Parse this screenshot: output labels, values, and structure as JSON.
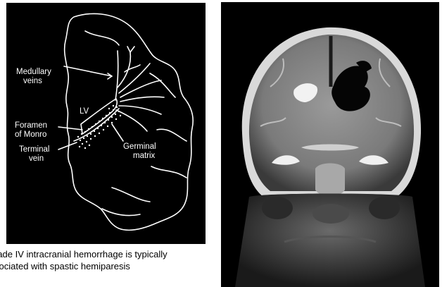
{
  "diagram": {
    "labels": {
      "medullary_veins": [
        "Medullary",
        "veins"
      ],
      "lv": "LV",
      "foramen_of_monro": [
        "Foramen",
        "of Monro"
      ],
      "terminal_vein": [
        "Terminal",
        "vein"
      ],
      "germinal_matrix": [
        "Germinal",
        "matrix"
      ]
    },
    "colors": {
      "background": "#000000",
      "line": "#ffffff"
    }
  },
  "caption": {
    "lines": [
      "rade IV intracranial hemorrhage is typically",
      "sociated with spastic hemiparesis"
    ]
  },
  "mri": {
    "colors": {
      "background": "#000000",
      "tissue": "#8a8a8a",
      "bright": "#f2f2f2",
      "lesion": "#050505"
    }
  }
}
